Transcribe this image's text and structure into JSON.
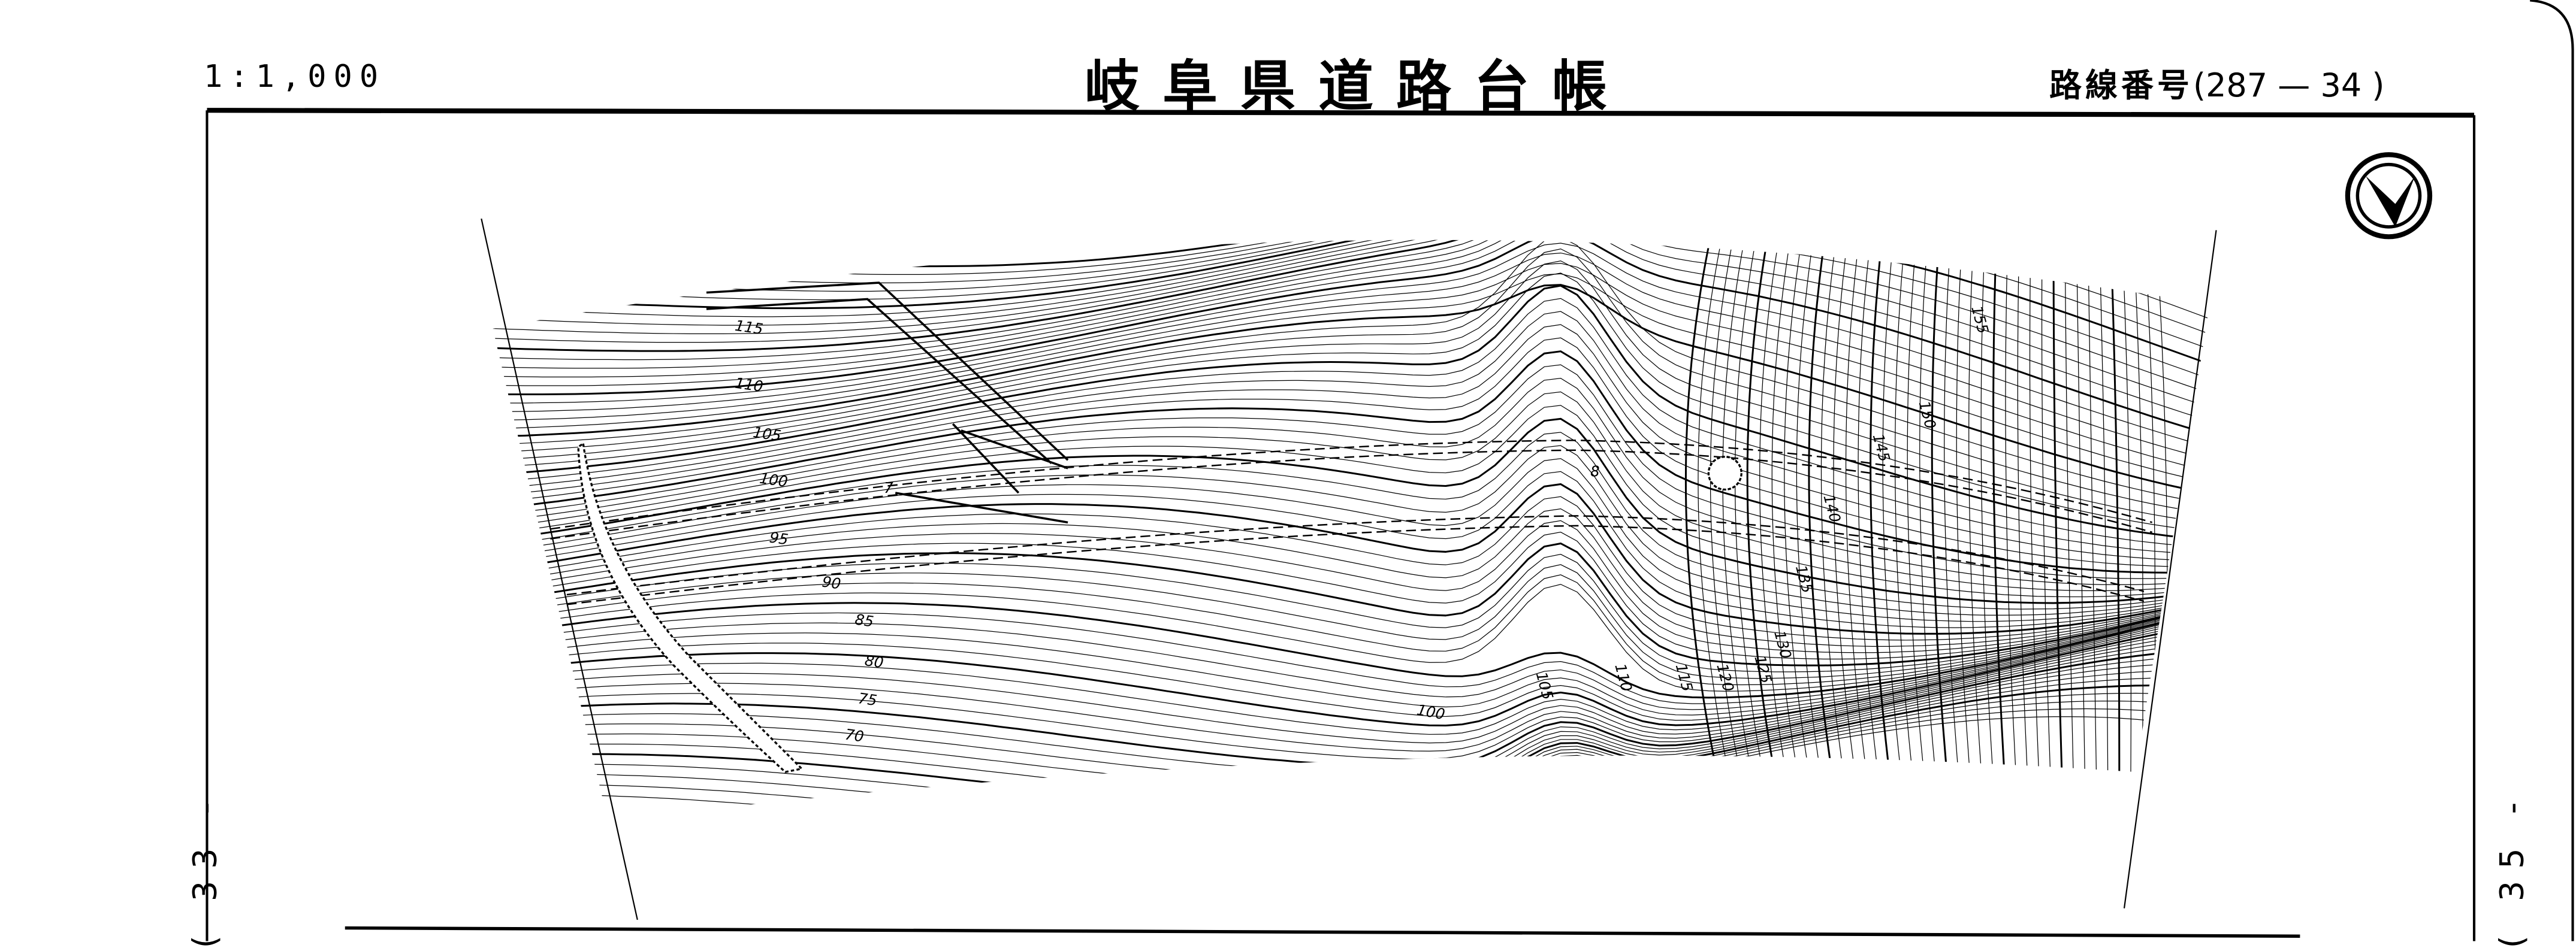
{
  "header": {
    "scale": "1:1,000",
    "title": "岐阜県道路台帳",
    "route_label": "路線番号",
    "route_number": "(287 — 34 )"
  },
  "side_labels": {
    "left": "( 33 -",
    "right": "( 35 -"
  },
  "map": {
    "north_arrow": "north-arrow-icon",
    "contour_labels_left": [
      "115",
      "110",
      "105",
      "100",
      "95",
      "90",
      "85",
      "80",
      "75",
      "70"
    ],
    "contour_labels_right": [
      "105",
      "110",
      "115",
      "120",
      "125",
      "130",
      "135",
      "140",
      "145",
      "150",
      "155"
    ],
    "contour_label_bottom": "100",
    "markers": [
      "7",
      "8"
    ]
  }
}
